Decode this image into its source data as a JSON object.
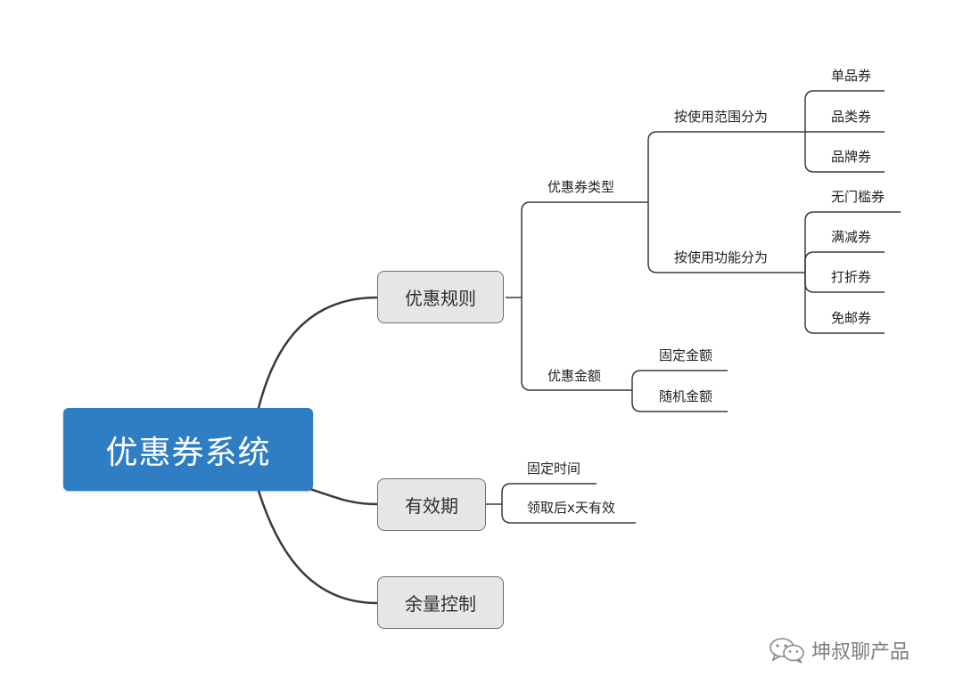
{
  "root": {
    "label": "优惠券系统"
  },
  "branches": {
    "rules": {
      "label": "优惠规则",
      "coupon_type": {
        "label": "优惠券类型",
        "by_scope": {
          "label": "按使用范围分为",
          "items": [
            "单品券",
            "品类券",
            "品牌券"
          ]
        },
        "by_function": {
          "label": "按使用功能分为",
          "items": [
            "无门槛券",
            "满减券",
            "打折券",
            "免邮券"
          ]
        }
      },
      "amount": {
        "label": "优惠金额",
        "items": [
          "固定金额",
          "随机金额"
        ]
      }
    },
    "validity": {
      "label": "有效期",
      "items": [
        "固定时间",
        "领取后x天有效"
      ]
    },
    "quantity": {
      "label": "余量控制"
    }
  },
  "watermark": {
    "text": "坤叔聊产品",
    "icon": "wechat-icon"
  },
  "colors": {
    "root_fill": "#2f7ec4",
    "topic_fill": "#e6e6e6",
    "line": "#333333"
  }
}
